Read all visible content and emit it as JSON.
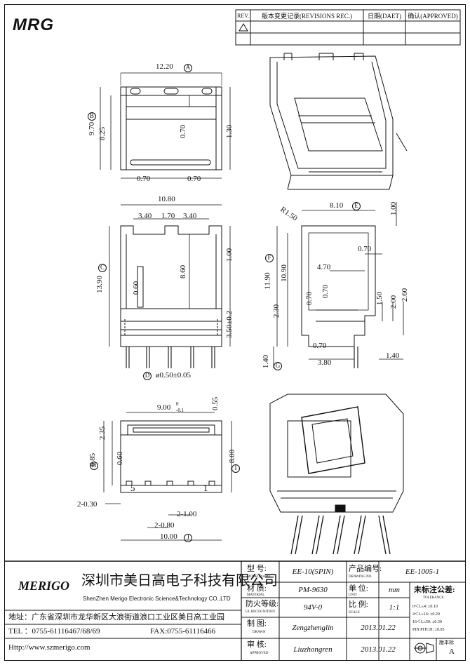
{
  "header": {
    "logo": "MRG",
    "rev_col": "REV.",
    "rev_title": "版本变更记录(REVISIONS REC.)",
    "date_col": "日期(DAET)",
    "approve_col": "确认(APPROVED)"
  },
  "dims": {
    "top_view": {
      "width": "12.20",
      "ref_a": "A",
      "height": "9.70",
      "ref_b": "B",
      "inner_h": "8.25",
      "center": "0.70",
      "right": "1.30",
      "bot_l": "0.70",
      "bot_r": "0.70"
    },
    "front_view": {
      "width": "10.80",
      "seg1": "3.40",
      "seg2": "1.70",
      "seg3": "3.40",
      "height": "13.90",
      "ref_c": "C",
      "inner": "8.60",
      "slot": "0.60",
      "top": "1.00",
      "pin_h": "3.50±0.2",
      "pin_dia": "ø0.50±0.05",
      "ref_d": "D"
    },
    "side_view": {
      "radius": "R1.50",
      "width": "8.10",
      "ref_e": "E",
      "top": "1.00",
      "h1": "11.90",
      "ref_f": "F",
      "h2": "10.90",
      "w1": "0.70",
      "w2": "4.70",
      "v1": "0.70",
      "v2": "0.70",
      "v3": "2.30",
      "v4": "1.50",
      "v5": "2.00",
      "v6": "2.60",
      "b1": "0.70",
      "b2": "3.80",
      "b3": "1.40",
      "pin": "1.40",
      "ref_g": "G"
    },
    "bottom_view": {
      "top": "9.00",
      "tol_up": "0",
      "tol_dn": "-0.1",
      "right": "0.55",
      "h1": "2.35",
      "h2": "6.85",
      "ref_h": "H",
      "slot": "0.60",
      "depth": "8.00",
      "ref_i": "I",
      "pin5": "5",
      "pin1": "1",
      "p1": "2-0.30",
      "p2": "2-1.00",
      "p3": "2-0.80",
      "width": "10.00",
      "ref_j": "J"
    }
  },
  "title_block": {
    "company_cn": "深圳市美日高电子科技有限公司",
    "company_en": "ShenZhen Merigo Electronic Science&Technology CO.,LTD",
    "brand": "MERIGO",
    "address": "地址：广东省深圳市龙华新区大浪街道浪口工业区美日高工业园",
    "tel": "TEL ：0755-61116467/68/69",
    "fax": "FAX:0755-61116466",
    "web": "Http://www.szmerigo.com",
    "model_label": "型 号:",
    "model_label_en": "MODEL NAME",
    "model": "EE-10(5PIN)",
    "drawing_label": "产品编号:",
    "drawing_label_en": "DRAWING NO.",
    "drawing_no": "EE-1005-1",
    "material_label": "材 质:",
    "material_label_en": "MATERIAL",
    "material": "PM-9630",
    "unit_label": "单 位:",
    "unit_label_en": "UNIT",
    "unit": "mm",
    "ul_label": "防火等级:",
    "ul_label_en": "UL RECOGNITION",
    "ul": "94V-0",
    "scale_label": "比 例:",
    "scale_label_en": "SCALE",
    "scale": "1:1",
    "drawn_label": "制 图:",
    "drawn_label_en": "DRAWN",
    "drawn": "Zengzhenglin",
    "drawn_date": "2013.01.22",
    "approved_label": "审 核:",
    "approved_label_en": "APPROVED",
    "approved": "Liuzhongren",
    "approved_date": "2013.01.22",
    "tol_title": "未标注公差:",
    "tol_title_en": "TOLERANCE",
    "tol1": "0＜L≤4: ±0.10",
    "tol2": "4＜L≤16: ±0.20",
    "tol3": "16＜L≤50: ±0.30",
    "tol4": "PIN PITCH: ±0.05",
    "version_label": "版本标",
    "version": "A"
  }
}
